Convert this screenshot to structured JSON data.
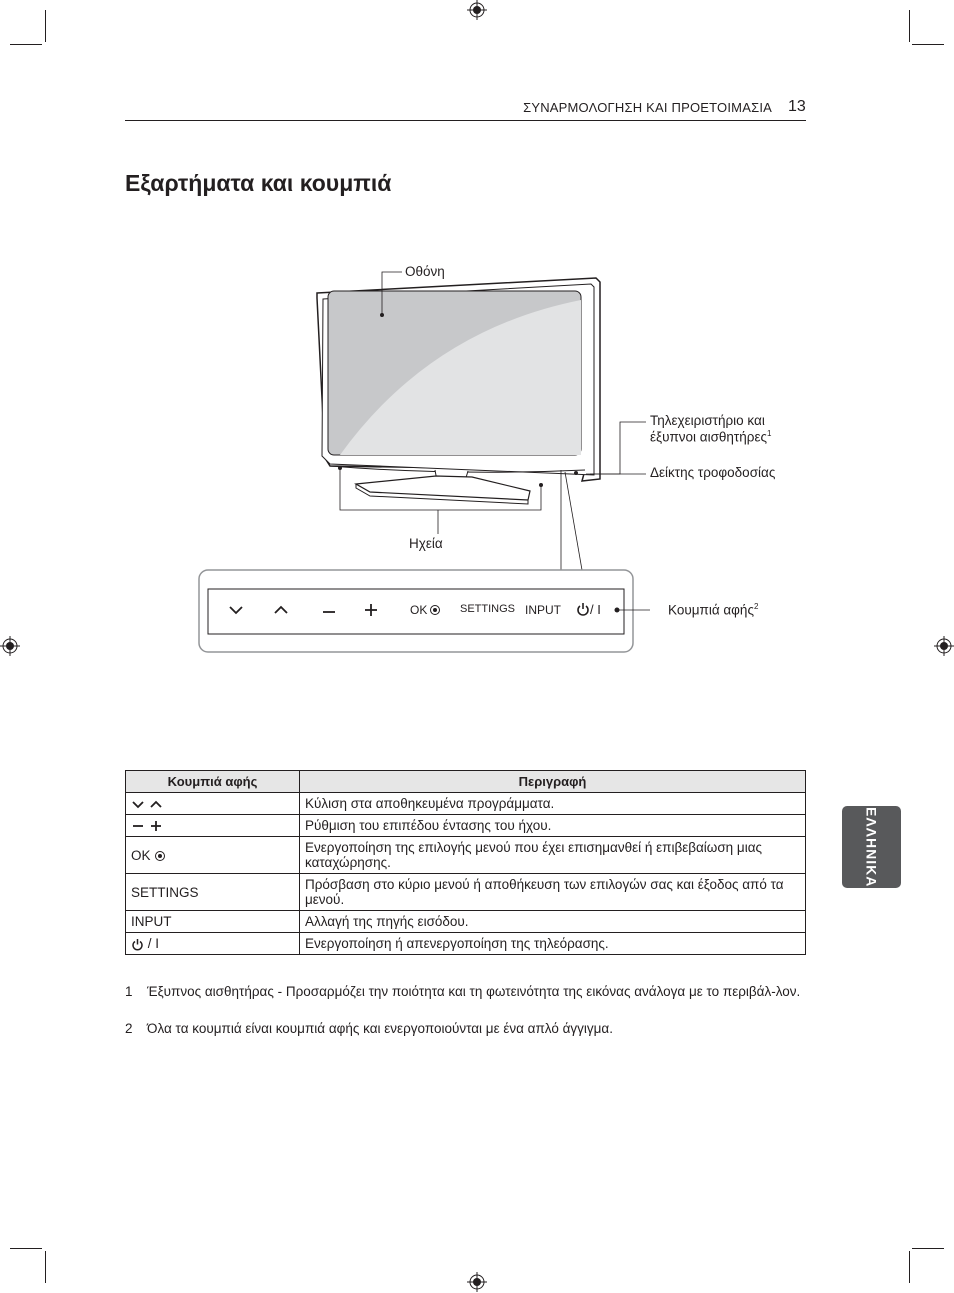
{
  "header": {
    "section": "ΣΥΝΑΡΜΟΛΟΓΗΣΗ ΚΑΙ ΠΡΟΕΤΟΙΜΑΣΙΑ",
    "page_number": "13"
  },
  "title": "Εξαρτήματα και κουμπιά",
  "diagram": {
    "screen": "Οθόνη",
    "remote_sensor_line1": "Τηλεχειριστήριο και",
    "remote_sensor_line2": "έξυπνοι αισθητήρες",
    "remote_sensor_note": "1",
    "power_indicator": "Δείκτης τροφοδοσίας",
    "speakers": "Ηχεία",
    "touch_buttons": "Κουμπιά αφής",
    "touch_buttons_note": "2",
    "panel": {
      "ok": "OK",
      "settings": "SETTINGS",
      "input": "INPUT",
      "power_sep": "/ I"
    }
  },
  "table": {
    "headers": [
      "Κουμπιά αφής",
      "Περιγραφή"
    ],
    "rows": [
      {
        "key_icons": [
          "chevron-down-icon",
          "chevron-up-icon"
        ],
        "key": "",
        "desc": "Κύλιση στα αποθηκευμένα προγράμματα."
      },
      {
        "key_icons": [
          "minus-icon",
          "plus-icon"
        ],
        "key": "",
        "desc": "Ρύθμιση του επιπέδου έντασης του ήχου."
      },
      {
        "key_icons": [
          "ok-dot-icon"
        ],
        "key": "OK",
        "desc": "Ενεργοποίηση της επιλογής μενού που έχει επισημανθεί ή επιβεβαίωση μιας καταχώρησης."
      },
      {
        "key_icons": [],
        "key": "SETTINGS",
        "desc": "Πρόσβαση στο κύριο μενού ή αποθήκευση των επιλογών σας και έξοδος από τα μενού."
      },
      {
        "key_icons": [],
        "key": "INPUT",
        "desc": "Αλλαγή της πηγής εισόδου."
      },
      {
        "key_icons": [
          "power-icon"
        ],
        "key": "/ I",
        "desc": "Ενεργοποίηση ή απενεργοποίηση της τηλεόρασης."
      }
    ]
  },
  "footnotes": [
    {
      "num": "1",
      "text": "Έξυπνος αισθητήρας - Προσαρμόζει την ποιότητα και τη φωτεινότητα της εικόνας ανάλογα με το περιβάλ-λον."
    },
    {
      "num": "2",
      "text": "Όλα τα κουμπιά είναι κουμπιά αφής και ενεργοποιούνται με ένα απλό άγγιγμα."
    }
  ],
  "side_tab": "ΕΛΛΗΝΙΚΑ"
}
